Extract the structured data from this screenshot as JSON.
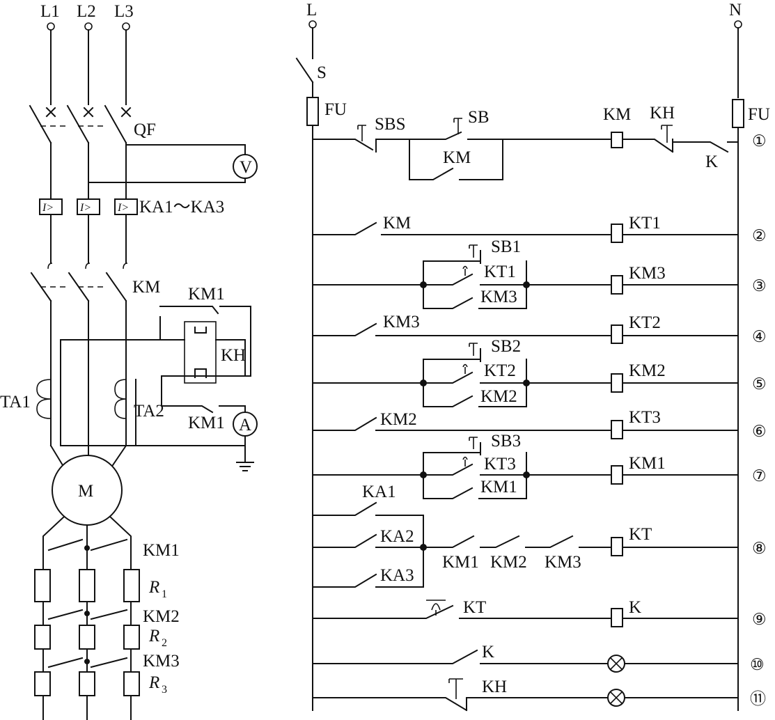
{
  "power": {
    "phases": [
      "L1",
      "L2",
      "L3"
    ],
    "breaker": "QF",
    "voltmeter": "V",
    "overcurrent_relays": "KA1～KA3",
    "relay_symbol": "I>",
    "contactor": "KM",
    "current_transformers": [
      "TA1",
      "TA2"
    ],
    "thermal_relay": "KH",
    "km1": "KM1",
    "ammeter": "A",
    "motor": "M",
    "resistor_stages": [
      {
        "contactor": "KM1",
        "resistor": "R",
        "sub": "1"
      },
      {
        "contactor": "KM2",
        "resistor": "R",
        "sub": "2"
      },
      {
        "contactor": "KM3",
        "resistor": "R",
        "sub": "3"
      }
    ]
  },
  "control": {
    "line": "L",
    "neutral": "N",
    "switch": "S",
    "fuse": "FU",
    "rungs": [
      {
        "num": "①",
        "parts": [
          "SBS",
          "SB",
          "KM",
          "KM",
          "KH",
          "K"
        ]
      },
      {
        "num": "②",
        "parts": [
          "KM",
          "KT1"
        ]
      },
      {
        "num": "③",
        "parts": [
          "SB1",
          "KT1",
          "KM3",
          "KM3"
        ]
      },
      {
        "num": "④",
        "parts": [
          "KM3",
          "KT2"
        ]
      },
      {
        "num": "⑤",
        "parts": [
          "SB2",
          "KT2",
          "KM2",
          "KM2"
        ]
      },
      {
        "num": "⑥",
        "parts": [
          "KM2",
          "KT3"
        ]
      },
      {
        "num": "⑦",
        "parts": [
          "SB3",
          "KT3",
          "KM1",
          "KM1"
        ]
      },
      {
        "num": "⑧",
        "parts": [
          "KA1",
          "KA2",
          "KA3",
          "KM1",
          "KM2",
          "KM3",
          "KT"
        ]
      },
      {
        "num": "⑨",
        "parts": [
          "KT",
          "K"
        ]
      },
      {
        "num": "⑩",
        "parts": [
          "K"
        ]
      },
      {
        "num": "⑪",
        "parts": [
          "KH"
        ]
      }
    ]
  }
}
